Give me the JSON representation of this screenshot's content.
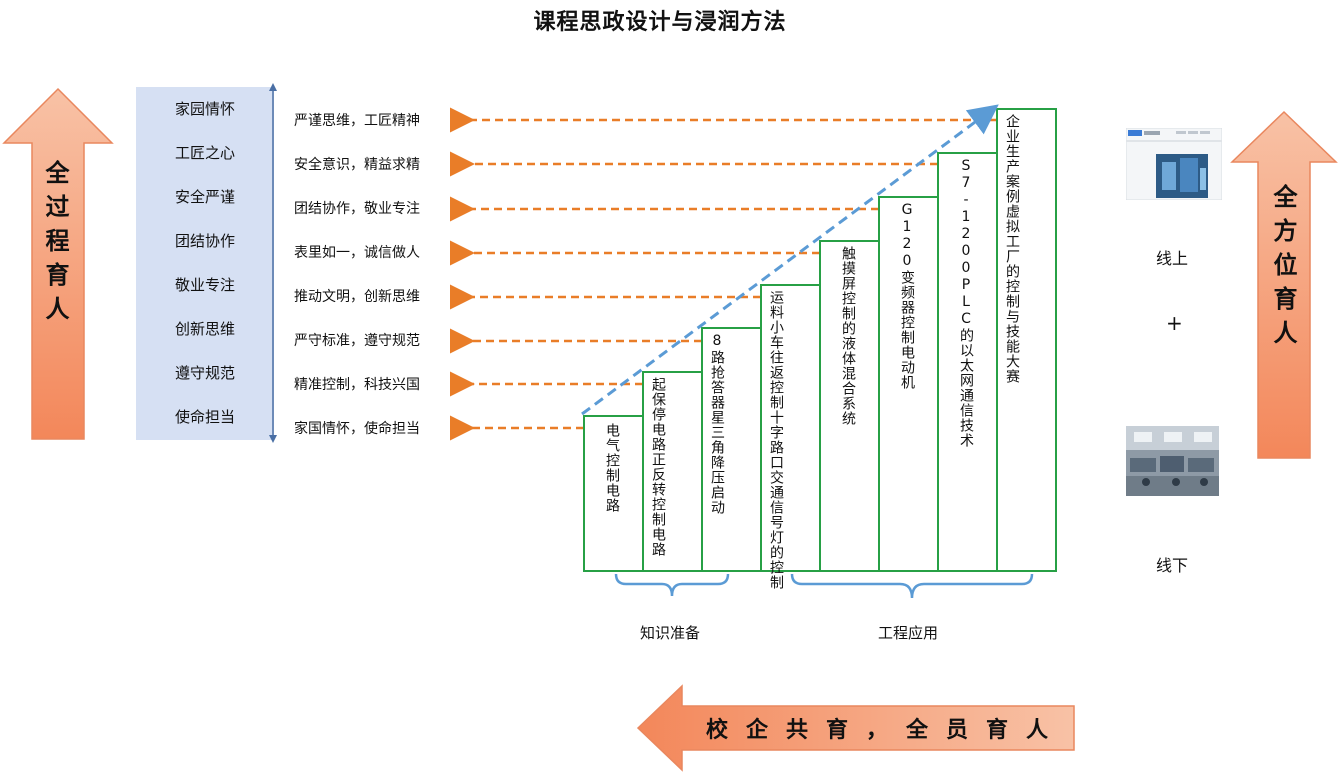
{
  "title": "课程思政设计与浸润方法",
  "left_arrow_label": "全过程育人",
  "right_arrow_label": "全方位育人",
  "bottom_arrow_label": "校企共育，全员育人",
  "ideology_items": [
    "家园情怀",
    "工匠之心",
    "安全严谨",
    "团结协作",
    "敬业专注",
    "创新思维",
    "遵守规范",
    "使命担当"
  ],
  "values": [
    "严谨思维，工匠精神",
    "安全意识，精益求精",
    "团结协作，敬业专注",
    "表里如一，诚信做人",
    "推动文明，创新思维",
    "严守标准，遵守规范",
    "精准控制，科技兴国",
    "家国情怀，使命担当"
  ],
  "steps": [
    "电气控制电路",
    "正反转控制电路 | 起保停电路",
    "星三角降压启动 | 8路抢答器",
    "十字路口交通信号灯的控制 | 运料小车往返控制",
    "触摸屏控制的液体混合系统",
    "G120变频器控制电动机",
    "S7-1200PLC的以太网通信技术",
    "虚拟工厂的控制与技能大赛 | 企业生产案例"
  ],
  "groups": {
    "knowledge": "知识准备",
    "engineering": "工程应用"
  },
  "online_label": "线上",
  "plus_label": "+",
  "offline_label": "线下",
  "colors": {
    "panel": "#d6e0f3",
    "step_border": "#27a045",
    "dash_orange": "#e97d28",
    "dash_blue": "#5b9bd5",
    "arrow_fill": "#f6a788"
  }
}
